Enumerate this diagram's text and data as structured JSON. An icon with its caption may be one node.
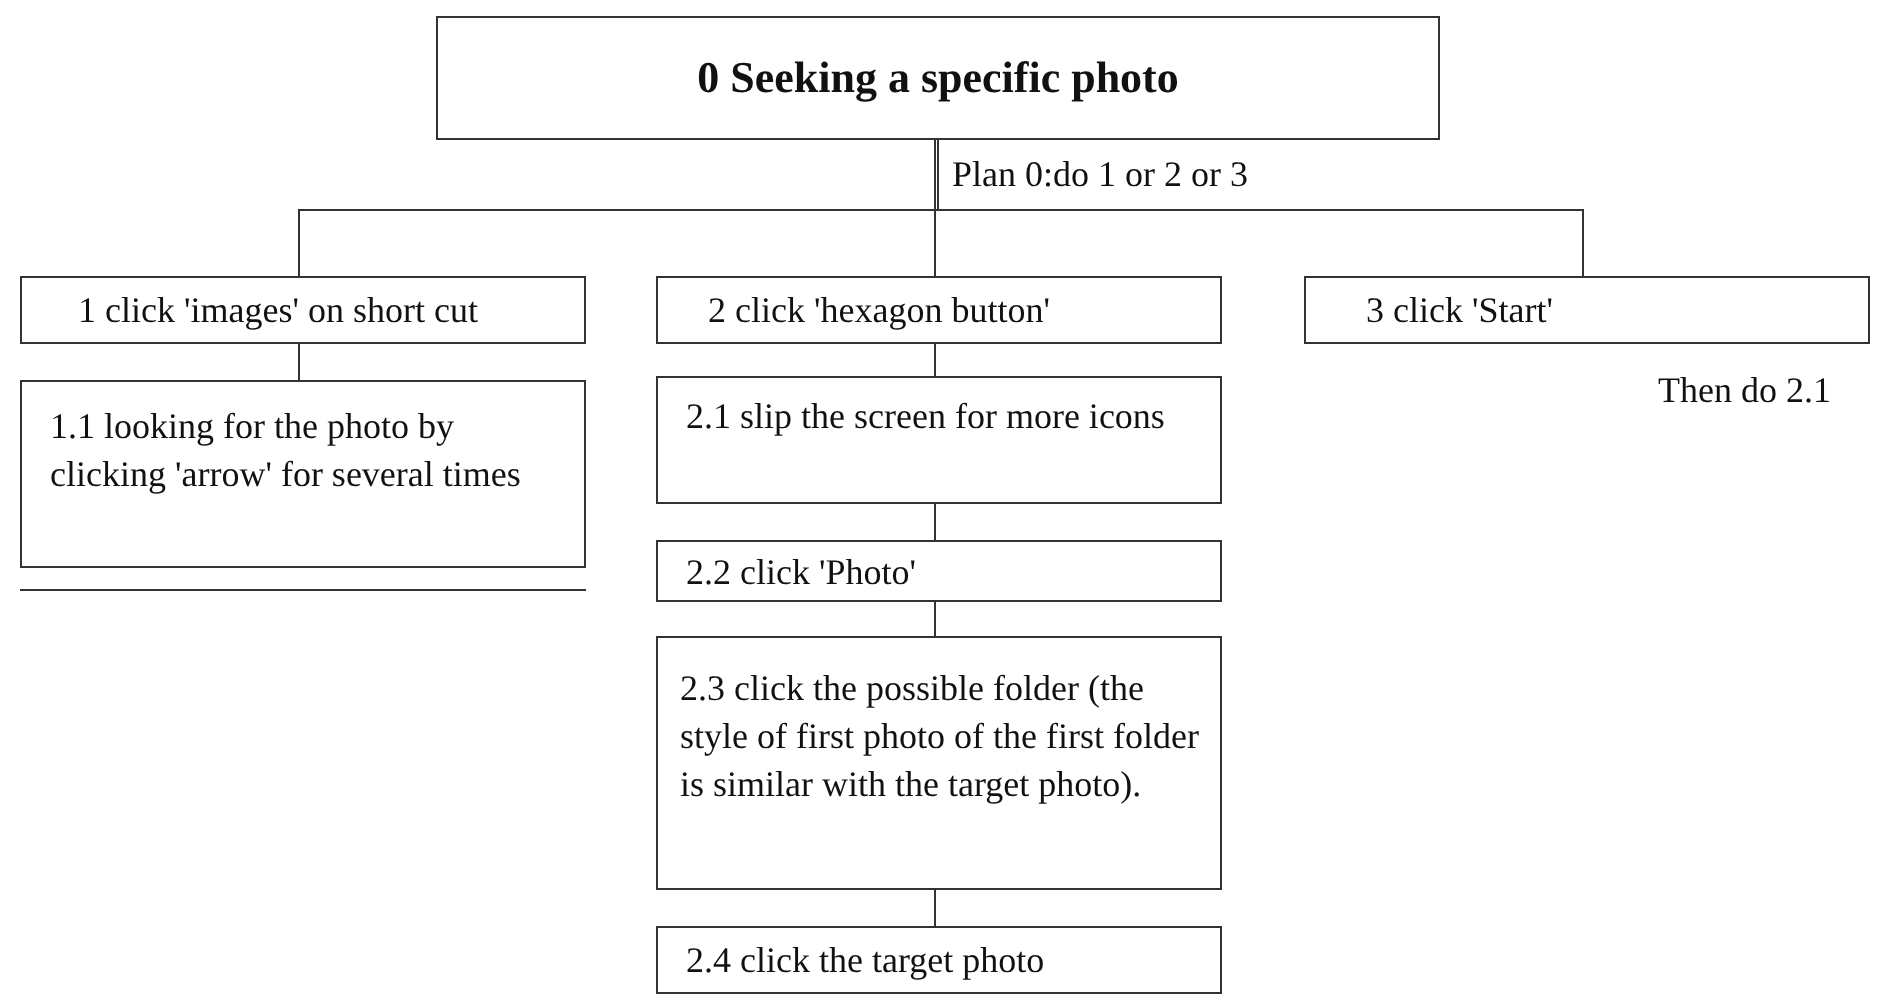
{
  "diagram": {
    "nodes": [
      {
        "text": [
          "0 Seeking a specific photo"
        ],
        "beside": [
          "Plan 0:do 1 or 2 or 3"
        ]
      },
      {
        "text": [
          "1 click 'images' on short cut"
        ]
      },
      {
        "text": [
          "2 click 'hexagon button'"
        ]
      },
      {
        "text": [
          "3 click 'Start'"
        ],
        "beside": [
          "Then do 2.1"
        ]
      },
      {
        "text": [
          "1.1  looking for the photo by clicking 'arrow' for several times"
        ]
      },
      {
        "text": [
          "2.1  slip the screen for more icons"
        ]
      },
      {
        "text": [
          "2.2 click 'Photo'"
        ]
      },
      {
        "text": [
          "2.3 click the possible folder (the style of first photo of the first folder is similar with the target photo)."
        ]
      },
      {
        "text": [
          "2.4 click the target photo"
        ]
      }
    ],
    "edges": [
      {
        "from": 0,
        "to": 1,
        "arrow": "none"
      },
      {
        "from": 0,
        "to": 2,
        "arrow": "none"
      },
      {
        "from": 0,
        "to": 3,
        "arrow": "none"
      },
      {
        "from": 1,
        "to": 4,
        "arrow": "none"
      },
      {
        "from": 2,
        "to": 5,
        "arrow": "none"
      },
      {
        "from": 5,
        "to": 6,
        "arrow": "none"
      },
      {
        "from": 6,
        "to": 7,
        "arrow": "none"
      },
      {
        "from": 7,
        "to": 8,
        "arrow": "none"
      }
    ]
  }
}
